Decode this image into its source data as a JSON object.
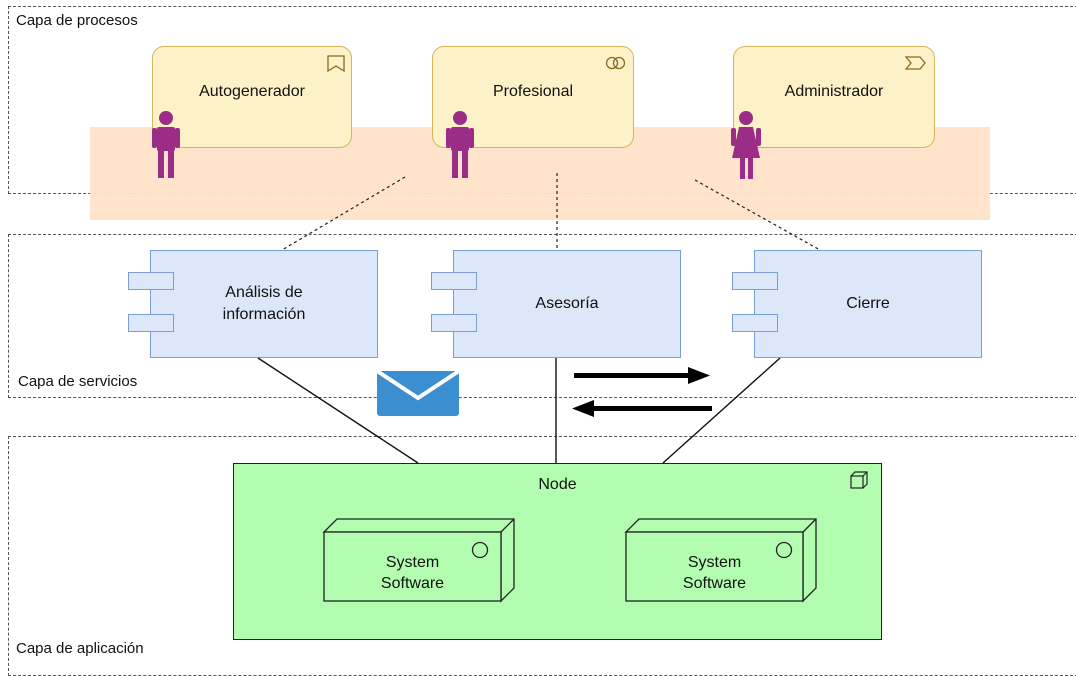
{
  "layers": {
    "process_label": "Capa de procesos",
    "services_label": "Capa de servicios",
    "application_label": "Capa de aplicación"
  },
  "roles": [
    {
      "label": "Autogenerador",
      "icon": "bookmark-icon",
      "actor": "male-actor-icon"
    },
    {
      "label": "Profesional",
      "icon": "collaboration-icon",
      "actor": "male-actor-icon"
    },
    {
      "label": "Administrador",
      "icon": "event-icon",
      "actor": "female-actor-icon"
    }
  ],
  "services": [
    {
      "label_line1": "Análisis de",
      "label_line2": "información"
    },
    {
      "label_line1": "Asesoría",
      "label_line2": ""
    },
    {
      "label_line1": "Cierre",
      "label_line2": ""
    }
  ],
  "node": {
    "label": "Node",
    "systems": [
      {
        "line1": "System",
        "line2": "Software"
      },
      {
        "line1": "System",
        "line2": "Software"
      }
    ]
  },
  "colors": {
    "role_fill": "#fdf1c7",
    "service_fill": "#dce8fa",
    "node_fill": "#b3fdb1",
    "band_fill": "#ffe3c8",
    "actor": "#9b2d86",
    "envelope": "#3b8fd0"
  }
}
